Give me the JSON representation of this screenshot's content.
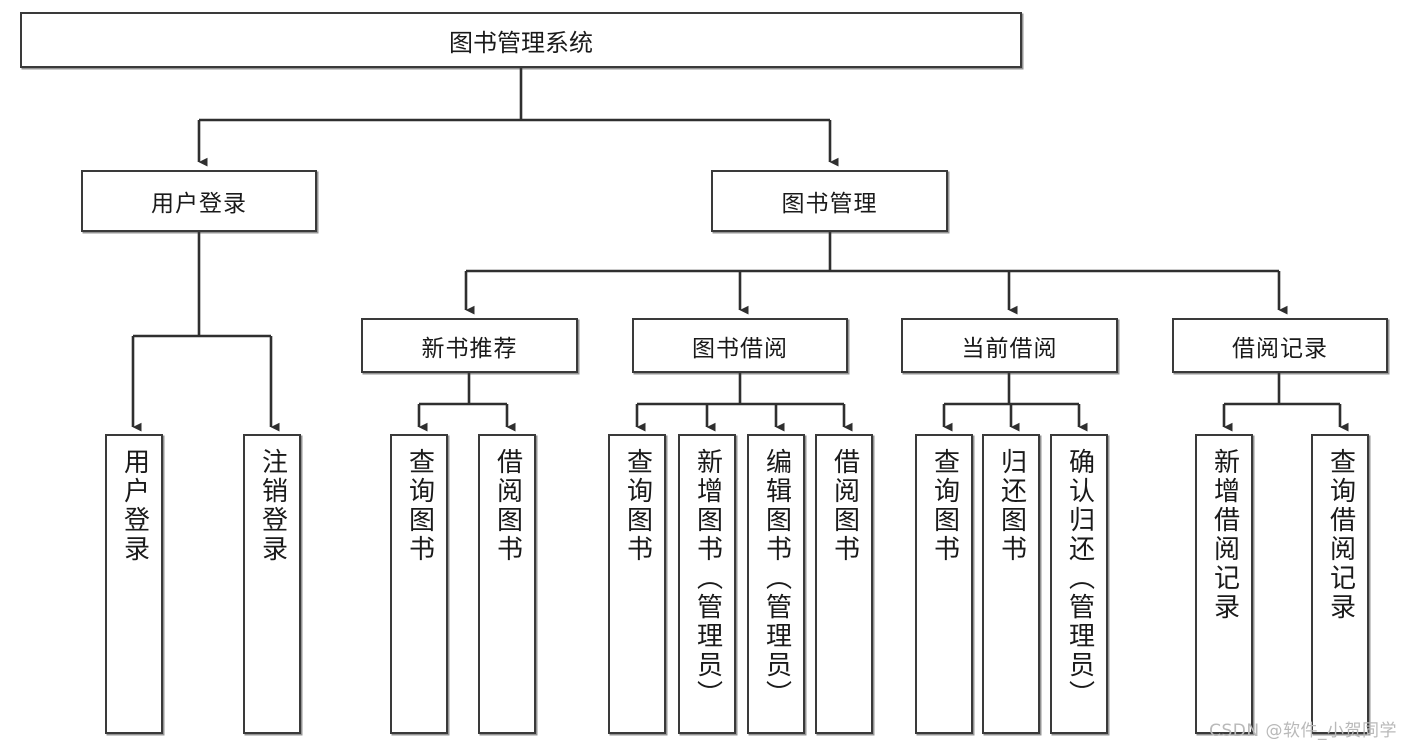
{
  "diagram": {
    "title": "图书管理系统",
    "watermark": "CSDN @软件_小贺同学",
    "type": "tree-hierarchy-functional-decomposition",
    "root": {
      "label": "图书管理系统"
    },
    "level2": [
      {
        "label": "用户登录"
      },
      {
        "label": "图书管理"
      }
    ],
    "level3": [
      {
        "label": "新书推荐"
      },
      {
        "label": "图书借阅"
      },
      {
        "label": "当前借阅"
      },
      {
        "label": "借阅记录"
      }
    ],
    "leaves": {
      "user_login": [
        {
          "label": "用户登录"
        },
        {
          "label": "注销登录"
        }
      ],
      "new_book_recommend": [
        {
          "label": "查询图书"
        },
        {
          "label": "借阅图书"
        }
      ],
      "book_borrow": [
        {
          "label": "查询图书"
        },
        {
          "label": "新增图书（管理员）"
        },
        {
          "label": "编辑图书（管理员）"
        },
        {
          "label": "借阅图书"
        }
      ],
      "current_borrow": [
        {
          "label": "查询图书"
        },
        {
          "label": "归还图书"
        },
        {
          "label": "确认归还（管理员）"
        }
      ],
      "borrow_record": [
        {
          "label": "新增借阅记录"
        },
        {
          "label": "查询借阅记录"
        }
      ]
    },
    "colors": {
      "stroke": "#3a3a3a",
      "fill": "#ffffff",
      "text": "#1a1a1a",
      "watermark": "#b9b9b9"
    }
  }
}
